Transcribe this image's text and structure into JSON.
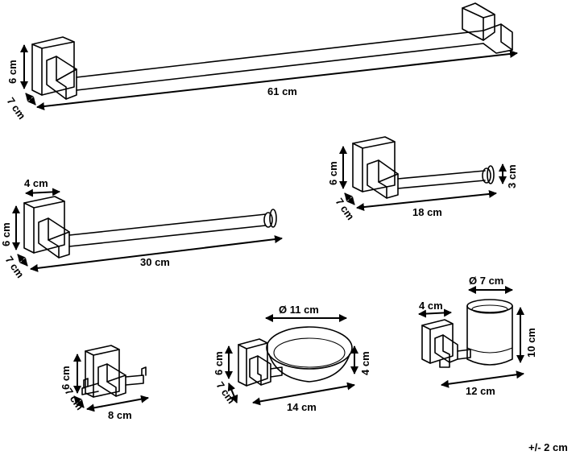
{
  "products": {
    "towel_rail_large": {
      "height": "6 cm",
      "depth": "7 cm",
      "length": "61 cm"
    },
    "toilet_roll_holder": {
      "height": "6 cm",
      "depth": "7 cm",
      "length": "18 cm",
      "diameter": "3 cm"
    },
    "towel_rail_small": {
      "width": "4 cm",
      "height": "6 cm",
      "depth": "7 cm",
      "length": "30 cm"
    },
    "double_hook": {
      "height": "6 cm",
      "depth": "7 cm",
      "length": "8 cm"
    },
    "soap_dish": {
      "diameter": "Ø 11 cm",
      "height": "6 cm",
      "depth": "7 cm",
      "length": "14 cm",
      "dish_height": "4 cm"
    },
    "tumbler_holder": {
      "width": "4 cm",
      "diameter": "Ø 7 cm",
      "height": "10 cm",
      "length": "12 cm"
    }
  },
  "tolerance": "+/- 2 cm"
}
